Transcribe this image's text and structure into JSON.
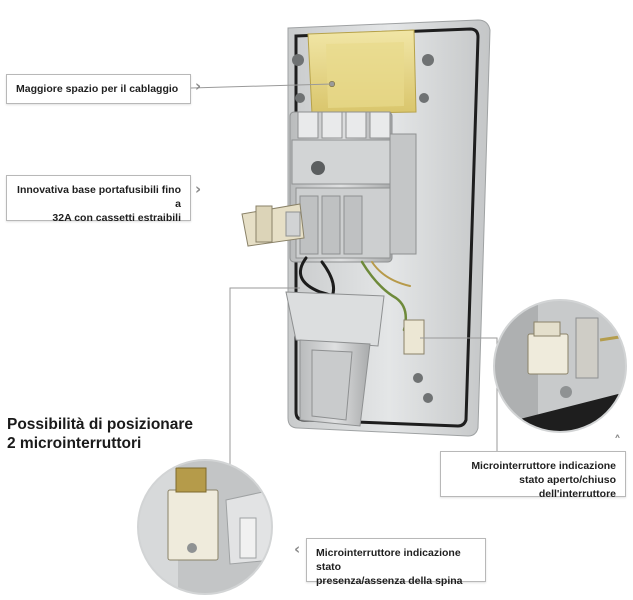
{
  "callouts": {
    "wiring_space": "Maggiore spazio per il cablaggio",
    "fuse_base_line1": "Innovativa base portafusibili fino a",
    "fuse_base_line2": "32A con cassetti estraibili",
    "switch_state_line1": "Microinterruttore indicazione",
    "switch_state_line2": "stato aperto/chiuso dell'interruttore",
    "plug_presence_line1": "Microinterruttore indicazione stato",
    "plug_presence_line2": "presenza/assenza della spina"
  },
  "heading": {
    "line1": "Possibilità di posizionare",
    "line2": "2 microinterruttori"
  },
  "icons": [
    "chevron-right-icon",
    "chevron-up-icon",
    "chevron-left-icon"
  ],
  "colors": {
    "enclosure_grey": "#d8dadb",
    "cavity_yellow": "#ead98a",
    "gasket_black": "#1e1e1e",
    "callout_border": "#b8b8b8",
    "leader_line": "#9a9a9a"
  }
}
